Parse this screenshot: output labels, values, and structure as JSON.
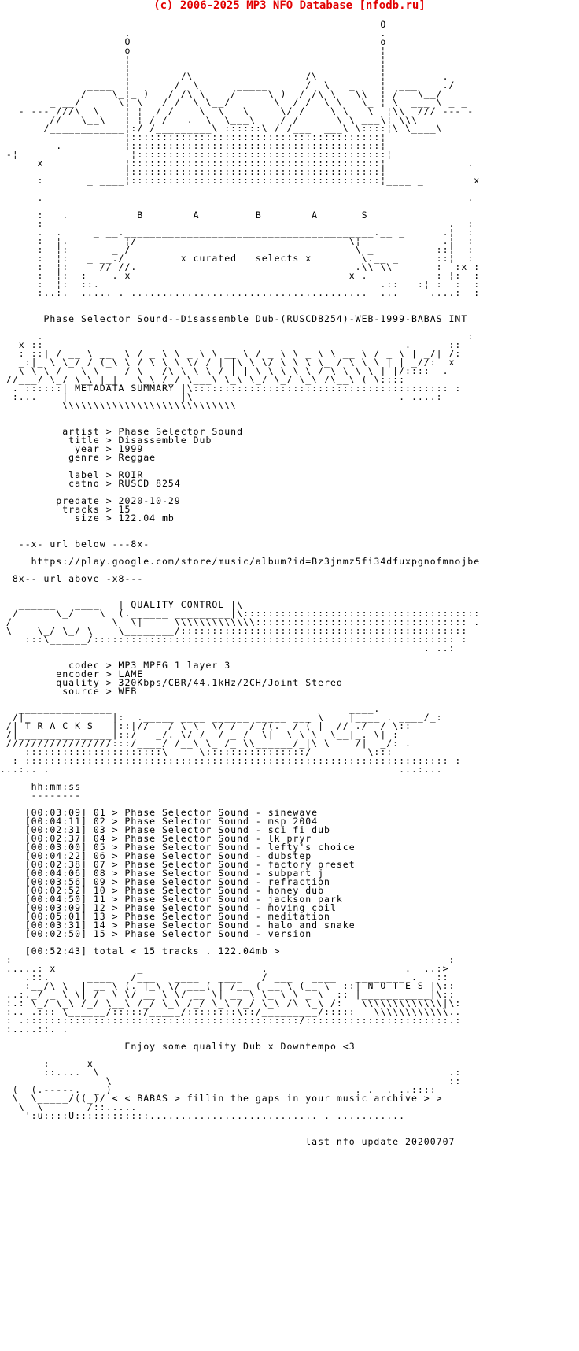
{
  "site_header": "(c) 2006-2025 MP3 NFO Database [nfodb.ru]",
  "release_name": "Phase_Selector_Sound--Disassemble_Dub-(RUSCD8254)-WEB-1999-BABAS_INT",
  "labels": {
    "banner_letters": "B        A         B        A       S",
    "curated_tagline": "x curated   selects x",
    "metadata_box": "METADATA SUMMARY",
    "quality_box": "QUALITY CONTROL",
    "tracks_box": "T R A C K S",
    "notes_box": "N O T E S",
    "time_header": "hh:mm:ss",
    "time_header_rule": "--------"
  },
  "sections": {
    "logo_art": [
      "",
      "                                                             O",
      "                    .                                        .",
      "                    O                                        o",
      "                    o                                        ¦",
      "                    ¦                                        ¦",
      "                    ¦                                        ¦",
      "                    ¦        /\\                  /\\          ¦         .",
      "              ____  ¦       /  \\      _____      /  \\   _    ¦  ___    ./",
      "             /    \\_¦_ )   / /\\ \\    /     \\ )  / /\\ \\   \\\\  ¦ /   \\__/",
      "        _ __/      \\¦ \\   / /  \\ \\__/       \\  / /  \\ \\   \\_ ¦ \\  ___ \\ _ _",
      "   - --- ///\\  \\    ¦ ¦  / /    \\  \\   \\     \\/ /    \\ \\   \\  ¦\\\\  /// --- -",
      "        //   \\__\\   ¦ ¦ / /   .  \\  \\___\\    / /      \\ \\ ___\\¦ \\\\\\",
      "       /____________¦:/ /_________\\ ::::::\\ / /___  ___\\ \\::::¦\\ \\____\\",
      "                    ¦::::::::::::::::::::::::::::::::::::::::¦",
      "         .          ¦::::::::::::::::::::::::::::::::::::::::¦",
      " -¦                  ¦::::::::::::::::::::::::::::::::::::::::¦",
      "      x             ¦::::::::::::::::::::::::::::::::::::::::¦             .",
      "                    ¦::::::::::::::::::::::::::::::::::::::::¦",
      "      :       _ ____¦::::::::::::::::::::::::::::::::::::::::¦____ _        x",
      "",
      "      .                                                                    .",
      "",
      "      :   .           B        A         B        A       S",
      "      :                                                                 .  :",
      "      .  .     _ __.________________________________________.__ _      .¦  :",
      "      :  ¦.        _¦/                                  \\¦_            .¦  :",
      "      :  ¦:       _ /                                    \\ _          ::¦  :",
      "      :  ¦:   _ __./         x curated   selects x        \\.__ _      ::¦  :",
      "      :  ¦:     // //.                                   .\\\\ \\\\       :  :x :",
      "      :  ¦:  :    . x                                   x .           : ¦:  :",
      "      :  ¦:  ::.                                             .::   :¦ :  :  :",
      "      :..:.  ..... . ......................................  ...     ....:  :"
    ],
    "metadata_art": [
      "      .                                                                    :",
      "   x ::   ____ _____ ____  ____ _____ ____  ____ _____ ____  ___ . ____ ::",
      "   : ::| / __ \\ __  \\ / _ \\ \\ _ \\ \\ __ \\ / _ \\ \\ _ \\ \\ __ \\ / _ \\ | _/| /: ",
      "   _:|_ \\ \\_/ / (_\\ \\ / \\ \\ \\ \\/ / | |\\ \\ \\/ \\ \\ \\ \\_ / \\ \\ \\ | | _//:  x",
      "  _\\ \\ \\ / _ \\ \\ ___/ \\ _ /\\ \\ \\ \\ /_| | \\ \\ \\ \\ \\ / \\ \\ \\ \\ | |/::::  .",
      " //___/ \\_/ \\_\\ |_|   \\_\\ /_/ \\___\\ \\_\\ \\_/ \\_/ \\_\\ /\\__\\ ( \\::::",
      "  . ::::::| METADATA SUMMARY |\\::::::::::::::::::::::::::::::::::::::::: :",
      "  :...    |__________________|\\                                 . ....:",
      "          \\\\\\\\\\\\\\\\\\\\\\\\\\\\\\\\\\\\\\\\\\\\\\\\\\\\\\\\",
      "",
      ""
    ],
    "metadata_groups": [
      [
        {
          "key": "artist",
          "value": "Phase Selector Sound"
        },
        {
          "key": "title",
          "value": "Disassemble Dub"
        },
        {
          "key": "year",
          "value": "1999"
        },
        {
          "key": "genre",
          "value": "Reggae"
        }
      ],
      [
        {
          "key": "label",
          "value": "ROIR"
        },
        {
          "key": "catno",
          "value": "RUSCD 8254"
        }
      ],
      [
        {
          "key": "predate",
          "value": "2020-10-29"
        },
        {
          "key": "tracks",
          "value": "15"
        },
        {
          "key": "size",
          "value": "122.04 mb"
        }
      ]
    ],
    "url": {
      "below_label": "--x- url below ---8x-",
      "value": "https://play.google.com/store/music/album?id=Bz3jnmz5fi34dfuxpgnofmnojbe",
      "above_label": "8x-- url above -x8---"
    },
    "quality_art": [
      "",
      "                    _________________ ",
      "   ______   ____   | QUALITY CONTROL |\\",
      "  /      \\_/    \\  (.______ _________|\\::::::::::::::::::::::::::::::::::::::",
      " /   _   _   _    \\  \\|     \\\\\\\\\\\\\\\\\\\\\\\\\\:::::::::::::::::::::::::::::::::: .",
      " \\    \\_/ \\_/ \\    \\________/::::::::::::::::::::::::::::::::::::::::::::::",
      "    :::\\______/:::::::::::::::::::::::::::::::::::::::::::::::::::::::::: :",
      "                                                                    . ..:"
    ],
    "quality_groups": [
      [
        {
          "key": "codec",
          "value": "MP3 MPEG 1 layer 3"
        },
        {
          "key": "encoder",
          "value": "LAME"
        },
        {
          "key": "quality",
          "value": "320Kbps/CBR/44.1kHz/2CH/Joint Stereo"
        },
        {
          "key": "source",
          "value": "WEB"
        }
      ]
    ],
    "tracks_art": [
      "   _______________                                      ____.",
      "  /|              |:  ._____ ____ ______ _____ ___ \\    |____ . ____/_:",
      " /| T R A C K S   |::|//   /_\\ \\  \\/ / _/ /(.__/ ( | _// ./  /_\\::",
      " /|_______________|::/   _/. \\/ /  / _ /  \\|  \\ \\ \\  \\__|_. \\| :",
      " /////////////////:::/____/ /__\\ \\_ /_ \\\\______/_|\\ \\    /|  _/: .",
      "    ::::::::::::::::::::::\\_____\\::::::::::::::::/_________\\:::",
      "  : :::::::::::::::::::::::::::::::::::::::::::::::::::::::::::::::::::: :",
      "...:.. .                                                        ...:..."
    ],
    "tracks": [
      {
        "time": "00:03:09",
        "num": "01",
        "artist": "Phase Selector Sound",
        "title": "sinewave"
      },
      {
        "time": "00:04:11",
        "num": "02",
        "artist": "Phase Selector Sound",
        "title": "msp 2004"
      },
      {
        "time": "00:02:31",
        "num": "03",
        "artist": "Phase Selector Sound",
        "title": "sci fi dub"
      },
      {
        "time": "00:02:37",
        "num": "04",
        "artist": "Phase Selector Sound",
        "title": "lk pryr"
      },
      {
        "time": "00:03:00",
        "num": "05",
        "artist": "Phase Selector Sound",
        "title": "lefty's choice"
      },
      {
        "time": "00:04:22",
        "num": "06",
        "artist": "Phase Selector Sound",
        "title": "dubstep"
      },
      {
        "time": "00:02:38",
        "num": "07",
        "artist": "Phase Selector Sound",
        "title": "factory preset"
      },
      {
        "time": "00:04:06",
        "num": "08",
        "artist": "Phase Selector Sound",
        "title": "subpart j"
      },
      {
        "time": "00:03:56",
        "num": "09",
        "artist": "Phase Selector Sound",
        "title": "refraction"
      },
      {
        "time": "00:02:52",
        "num": "10",
        "artist": "Phase Selector Sound",
        "title": "honey dub"
      },
      {
        "time": "00:04:50",
        "num": "11",
        "artist": "Phase Selector Sound",
        "title": "jackson park"
      },
      {
        "time": "00:03:09",
        "num": "12",
        "artist": "Phase Selector Sound",
        "title": "moving coil"
      },
      {
        "time": "00:05:01",
        "num": "13",
        "artist": "Phase Selector Sound",
        "title": "meditation"
      },
      {
        "time": "00:03:31",
        "num": "14",
        "artist": "Phase Selector Sound",
        "title": "halo and snake"
      },
      {
        "time": "00:02:50",
        "num": "15",
        "artist": "Phase Selector Sound",
        "title": "version"
      }
    ],
    "tracks_total": {
      "time": "00:52:43",
      "count": "15",
      "size": "122.04mb"
    },
    "notes_art": [
      " :                                                                      :",
      " .....: x             _                   .                      .  ..:>",
      "    .::.      ____   /___   ____   ____   / ___   ____   ________ .   ::",
      "    :__/\\ \\  | __ \\ (. |_\\ \\/ ___( | /__ ( __ \\ (__ \\  ::| N O T E S |\\::",
      " ..:._/ _ \\ \\| /  \\ \\/ __ \\ \\/ __ \\| __ \\ \\_ \\ \\ _ \\  :: |___________|\\::",
      " :.: \\_/ \\_\\ /_/ \\__\\ /_/ \\_\\ /_/ \\_\\ /_/ \\_\\ /\\ \\_\\ /:   \\\\\\\\\\\\\\\\\\\\\\\\\\|\\:",
      " :.. .::: \\______/:::::/_____/::::::::\\::/_________/:::::   \\\\\\\\\\\\\\\\\\\\\\\\..",
      " : .::::::::::::::::::::::::::::::::::::::::::::/:::::::::::::::::::::::.:",
      " :....::. ."
    ],
    "notes_text": "Enjoy some quality Dub x Downtempo <3",
    "footer_art_top": [
      "       :      x",
      "       ::....  \\                                                        .:",
      "   _____________ \\                                                      ::",
      "  (  (.-----.  _ )                                       . .  . ..::::"
    ],
    "footer_boat_left": "  \\  \\_____/((_)/ ",
    "footer_tagline": "< < BABAS > fillin the gaps in your music archive > >",
    "footer_art_bottom": [
      "   \\_ \\_______/::.....",
      "    ':u::::U::::::::::::........................... . ..........."
    ],
    "footer_update": "last nfo update 20200707"
  },
  "colors": {
    "header_red": "#e10000",
    "text_black": "#000000",
    "background": "#ffffff"
  }
}
